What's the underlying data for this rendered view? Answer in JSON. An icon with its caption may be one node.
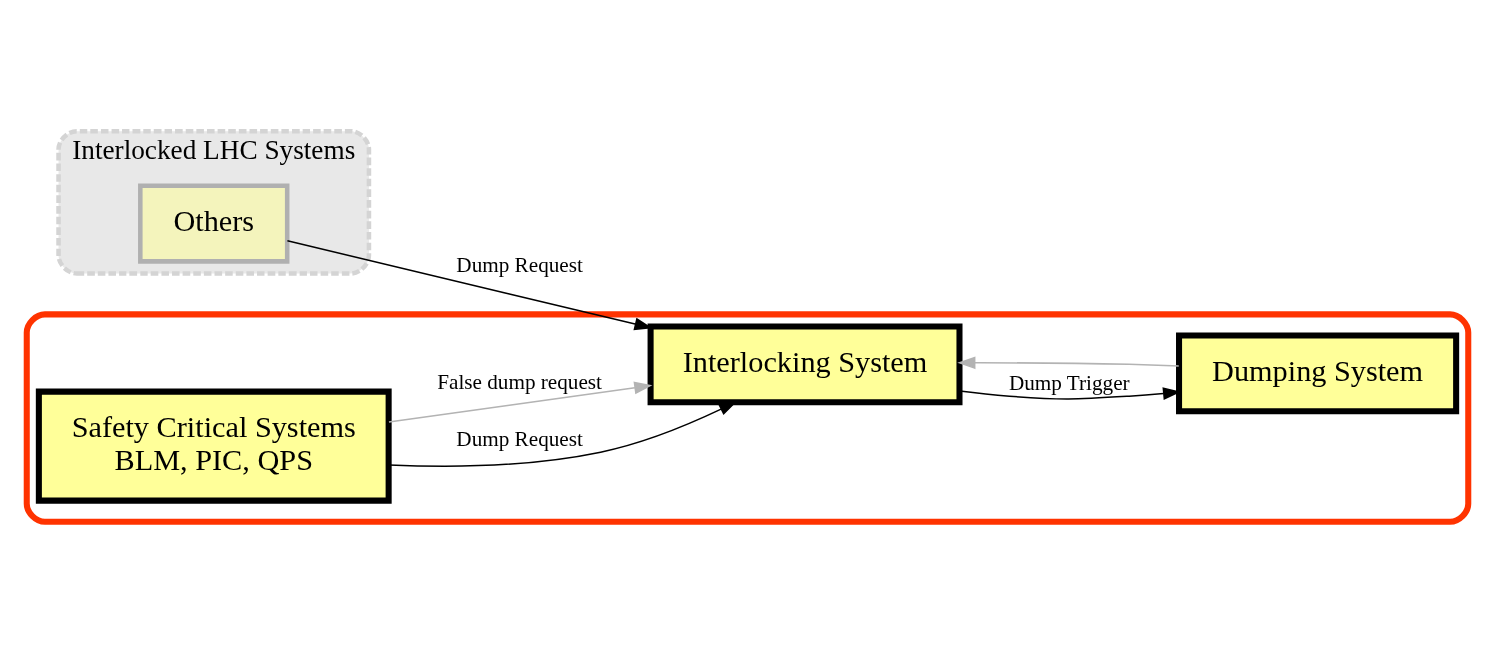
{
  "diagram": {
    "nodes": [
      {
        "text": [
          "Interlocked LHC Systems"
        ]
      },
      {
        "text": [
          "Others"
        ],
        "in": 0
      },
      {
        "text": [],
        "shape": "box"
      },
      {
        "text": [
          "Safety Critical Systems",
          "BLM, PIC, QPS"
        ],
        "in": 2
      },
      {
        "text": [
          "Interlocking System"
        ],
        "in": 2
      },
      {
        "text": [
          "Dumping System"
        ],
        "in": 2
      }
    ],
    "edges": [
      {
        "from": 1,
        "to": 4,
        "arrow": "to",
        "label": "Dump Request"
      },
      {
        "from": 3,
        "to": 4,
        "arrow": "to",
        "label": "Dump Request"
      },
      {
        "from": 4,
        "to": 5,
        "arrow": "to",
        "label": "Dump Trigger"
      },
      {
        "from": 3,
        "to": 4,
        "arrow": "to",
        "label": "False dump request",
        "color": "#b3b3b3"
      },
      {
        "from": 5,
        "to": 4,
        "arrow": "to",
        "color": "#b3b3b3"
      }
    ]
  }
}
